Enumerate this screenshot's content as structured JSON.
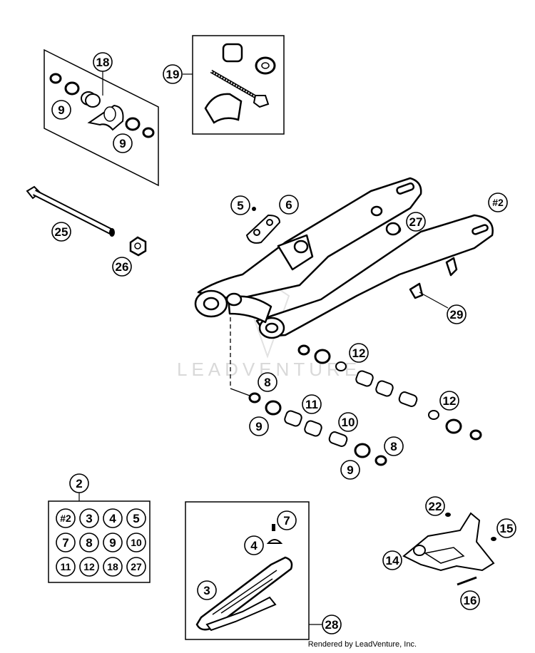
{
  "diagram": {
    "watermark": "LEADVENTURE",
    "credit": "Rendered by LeadVenture, Inc.",
    "callouts": {
      "c18": "18",
      "c19": "19",
      "c9a": "9",
      "c9b": "9",
      "c25": "25",
      "c26": "26",
      "c5": "5",
      "c6": "6",
      "c27": "27",
      "c2hash": "#2",
      "c29": "29",
      "c12a": "12",
      "c8a": "8",
      "c11": "11",
      "c12b": "12",
      "c10": "10",
      "c9c": "9",
      "c8b": "8",
      "c9d": "9",
      "c2": "2",
      "c22": "22",
      "c7": "7",
      "c4": "4",
      "c15": "15",
      "c14": "14",
      "c3": "3",
      "c16": "16",
      "c28": "28"
    },
    "kit": [
      "#2",
      "3",
      "4",
      "5",
      "7",
      "8",
      "9",
      "10",
      "11",
      "12",
      "18",
      "27"
    ]
  }
}
